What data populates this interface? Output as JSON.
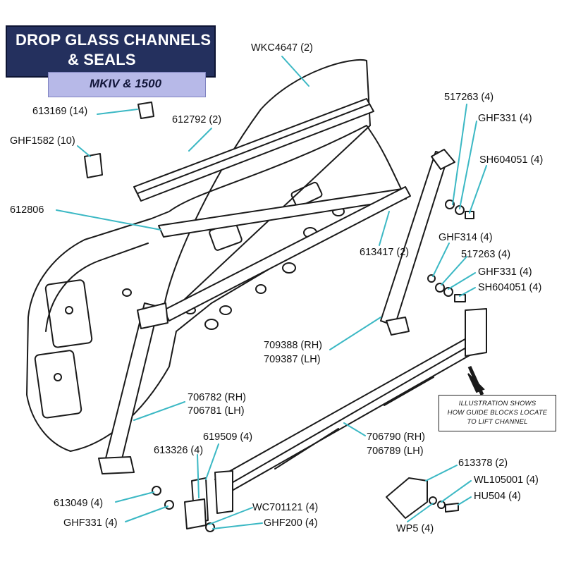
{
  "title": {
    "line1": "DROP GLASS CHANNELS",
    "line2": "& SEALS"
  },
  "subtitle": "MKIV & 1500",
  "colors": {
    "title_bg": "#24305e",
    "subtitle_bg": "#b7b9e8",
    "leader": "#3bb8c4",
    "outline": "#1a1a1a"
  },
  "parts": {
    "wkc4647": "WKC4647 (2)",
    "p613169": "613169 (14)",
    "p612792": "612792 (2)",
    "ghf1582": "GHF1582 (10)",
    "p612806": "612806",
    "p517263_top": "517263 (4)",
    "ghf331_top": "GHF331 (4)",
    "sh604051_top": "SH604051 (4)",
    "ghf314": "GHF314 (4)",
    "p613417": "613417 (2)",
    "p517263_mid": "517263 (4)",
    "ghf331_mid": "GHF331 (4)",
    "sh604051_mid": "SH604051 (4)",
    "p709388": "709388 (RH)",
    "p709387": "709387 (LH)",
    "p706782": "706782 (RH)",
    "p706781": "706781 (LH)",
    "p706790": "706790 (RH)",
    "p706789": "706789 (LH)",
    "p619509": "619509 (4)",
    "p613326": "613326 (4)",
    "p613378": "613378 (2)",
    "wl105001": "WL105001 (4)",
    "hu504": "HU504 (4)",
    "p613049": "613049 (4)",
    "wc701121": "WC701121 (4)",
    "ghf331_bot": "GHF331 (4)",
    "ghf200": "GHF200 (4)",
    "wp5": "WP5 (4)"
  },
  "note": {
    "line1": "ILLUSTRATION SHOWS",
    "line2": "HOW GUIDE BLOCKS LOCATE",
    "line3": "TO LIFT CHANNEL"
  }
}
